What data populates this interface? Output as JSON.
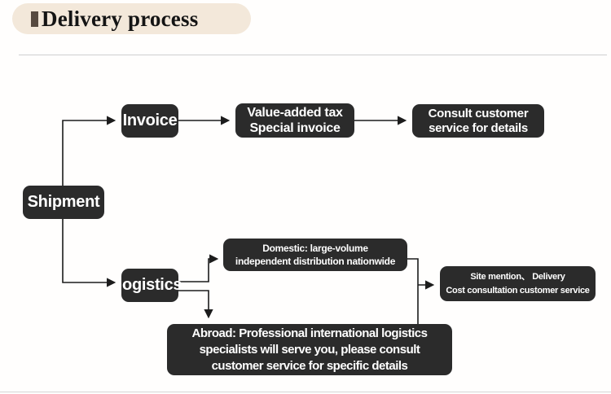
{
  "header": {
    "title": "Delivery process",
    "accent_color": "#574a40",
    "pill_bg": "#f3e8da"
  },
  "flowchart": {
    "node_bg": "#2b2b2b",
    "node_text_color": "#ffffff",
    "connector_color": "#1c1c1c",
    "nodes": {
      "shipment": {
        "label": "Shipment"
      },
      "invoice": {
        "label": "Invoice"
      },
      "vat": {
        "line1": "Value-added tax",
        "line2": "Special invoice"
      },
      "consult": {
        "line1": "Consult customer",
        "line2": "service for details"
      },
      "logistics": {
        "label": "logistics"
      },
      "domestic": {
        "line1": "Domestic: large-volume",
        "line2": "independent distribution nationwide"
      },
      "abroad": {
        "line1": "Abroad: Professional international logistics",
        "line2": "specialists will serve you, please consult",
        "line3": "customer service for specific details"
      },
      "site": {
        "line1": "Site mention、 Delivery",
        "line2": "Cost consultation customer service"
      }
    }
  }
}
